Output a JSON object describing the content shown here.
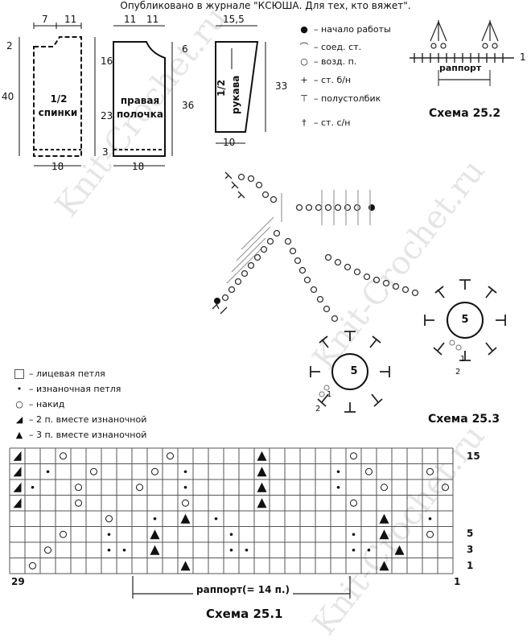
{
  "header": "Опубликовано в журнале \"КСЮША. Для тех, кто вяжет\".",
  "pattern": {
    "back": {
      "title_line1": "1/2",
      "title_line2": "спинки"
    },
    "front": {
      "title_line1": "правая",
      "title_line2": "полочка"
    },
    "sleeve": {
      "title_line1": "1/2",
      "title_line2": "рукава"
    },
    "dims": [
      "7",
      "11",
      "2",
      "40",
      "16",
      "23",
      "3",
      "18",
      "11",
      "11",
      "6",
      "36",
      "18",
      "15,5",
      "33",
      "10"
    ]
  },
  "crochet_legend": [
    {
      "icon": "filled-dot-icon",
      "label": "– начало работы"
    },
    {
      "icon": "arc-icon",
      "label": "– соед. ст."
    },
    {
      "icon": "open-circle-icon",
      "label": "– возд. п."
    },
    {
      "icon": "plus-icon",
      "label": "– ст. б/н"
    },
    {
      "icon": "t-icon",
      "label": "– полустолбик"
    },
    {
      "icon": "cross-t-icon",
      "label": "– ст. с/н"
    }
  ],
  "scheme_252": {
    "title": "Схема 25.2",
    "repeat": "раппорт",
    "row": "1"
  },
  "scheme_253": {
    "title": "Схема 25.3",
    "center": "5",
    "n1": "1",
    "n2": "2"
  },
  "knit_legend": [
    {
      "icon": "square-icon",
      "label": "– лицевая петля"
    },
    {
      "icon": "dot-icon",
      "label": "– изнаночная петля"
    },
    {
      "icon": "circle-icon",
      "label": "– накид"
    },
    {
      "icon": "half-triangle-icon",
      "label": "– 2 п. вместе изнаночной"
    },
    {
      "icon": "triangle-icon",
      "label": "– 3 п. вместе изнаночной"
    }
  ],
  "scheme_251": {
    "title": "Схема 25.1",
    "repeat": "раппорт(= 14 п.)",
    "col_left": "29",
    "col_right": "1",
    "row_labels": [
      "15",
      "5",
      "3",
      "1"
    ]
  },
  "watermark": "Knit-Crochet.ru"
}
